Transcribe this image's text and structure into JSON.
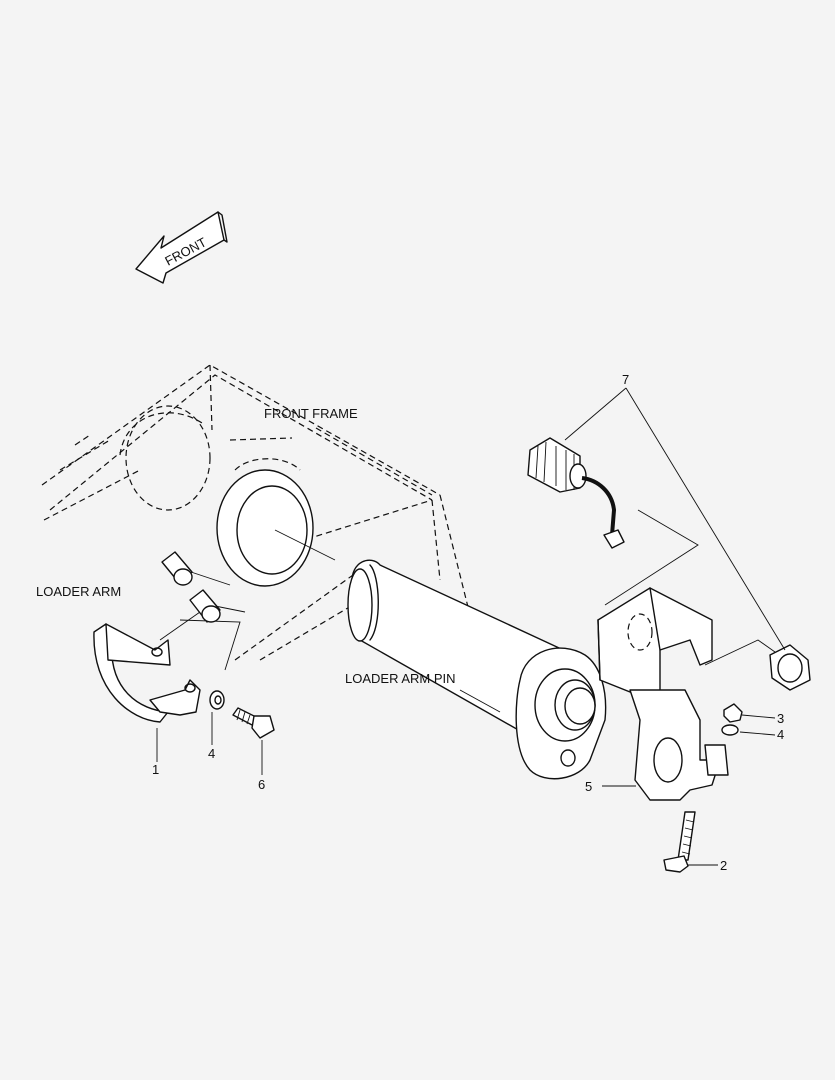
{
  "labels": {
    "front_arrow": "FRONT",
    "front_frame": "FRONT FRAME",
    "loader_arm": "LOADER ARM",
    "loader_arm_pin": "LOADER ARM PIN"
  },
  "callouts": {
    "c1": "1",
    "c2": "2",
    "c3": "3",
    "c4_left": "4",
    "c4_right": "4",
    "c5": "5",
    "c6": "6",
    "c7": "7"
  },
  "colors": {
    "background": "#f4f4f4",
    "line": "#111111"
  }
}
